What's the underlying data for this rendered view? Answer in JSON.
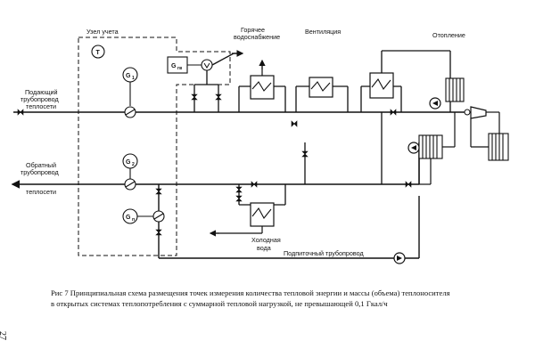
{
  "labels": {
    "node": "Узел учета",
    "hot_water_1": "Горячее",
    "hot_water_2": "водоснабжение",
    "ventilation": "Вентиляция",
    "heating": "Отопление",
    "supply_1": "Подающий",
    "supply_2": "трубопровод",
    "supply_3": "теплосети",
    "return_1": "Обратный",
    "return_2": "трубопровод",
    "return_3": "теплосети",
    "cold_water_1": "Холодная",
    "cold_water_2": "вода",
    "makeup": "Подпиточный трубопровод"
  },
  "symbols": {
    "t": "T",
    "g1": "G",
    "g1_sub": "1",
    "g2": "G",
    "g2_sub": "2",
    "gp": "G",
    "gp_sub": "п",
    "ggv": "G",
    "ggv_sub": "гв"
  },
  "caption": {
    "line1": "Рис 7 Принципиальная схема размещения точек измерения количества тепловой энергии и массы (объема) теплоносителя",
    "line2": "в открытых системах теплопотребления с суммарной тепловой нагрузкой, не превышающей 0,1 Гкал/ч"
  },
  "page_number": "27"
}
